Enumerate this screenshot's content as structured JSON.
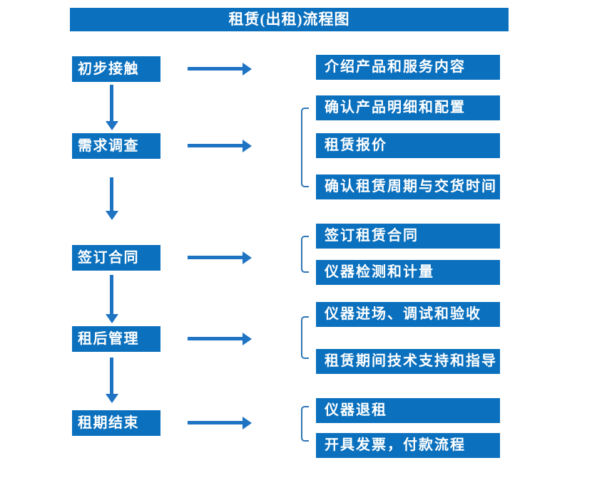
{
  "title": "租赁(出租)流程图",
  "colors": {
    "box_blue": "#0b70bd",
    "arrow_blue": "#1e73c3",
    "bracket_blue": "#2e75b5",
    "text": "#ffffff",
    "background": "#ffffff"
  },
  "stages": [
    {
      "label": "初步接触",
      "outputs": [
        "介绍产品和服务内容"
      ]
    },
    {
      "label": "需求调查",
      "outputs": [
        "确认产品明细和配置",
        "租赁报价",
        "确认租赁周期与交货时间"
      ]
    },
    {
      "label": "签订合同",
      "outputs": [
        "签订租赁合同",
        "仪器检测和计量"
      ]
    },
    {
      "label": "租后管理",
      "outputs": [
        "仪器进场、调试和验收",
        "租赁期间技术支持和指导"
      ]
    },
    {
      "label": "租期结束",
      "outputs": [
        "仪器退租",
        "开具发票，付款流程"
      ]
    }
  ]
}
